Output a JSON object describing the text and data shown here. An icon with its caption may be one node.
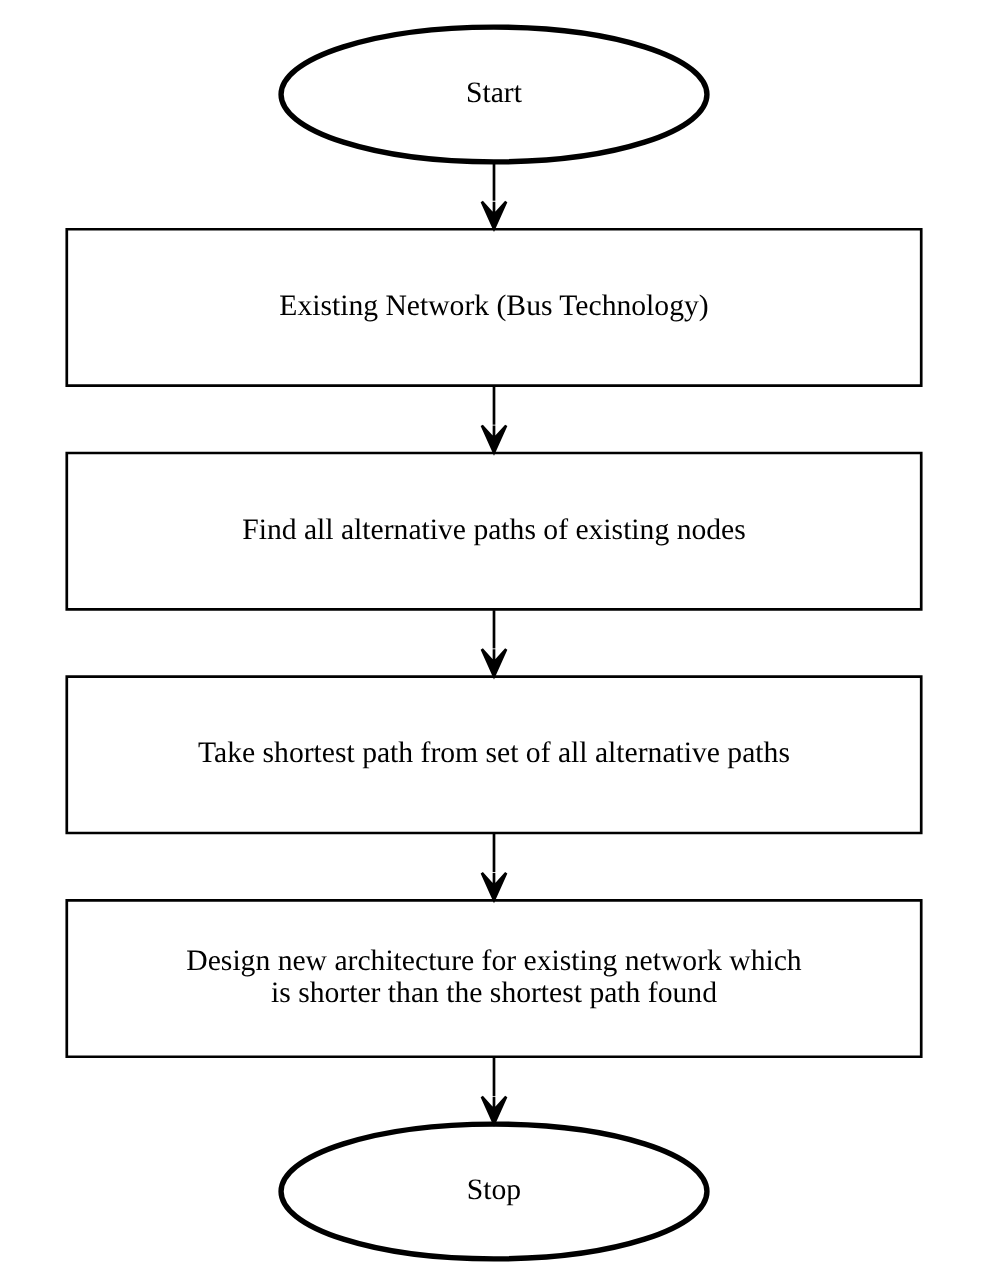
{
  "diagram": {
    "nodes": [
      {
        "text": [
          "Start"
        ]
      },
      {
        "text": [
          "Existing Network (Bus Technology)"
        ]
      },
      {
        "text": [
          "Find all alternative paths of existing nodes"
        ]
      },
      {
        "text": [
          "Take shortest path from set of all alternative paths"
        ]
      },
      {
        "text": [
          "Design new architecture for existing network which is shorter than the shortest path found"
        ]
      },
      {
        "text": [
          "Stop"
        ]
      }
    ],
    "edges": [
      {
        "from": 0,
        "to": 1,
        "arrow": "to"
      },
      {
        "from": 1,
        "to": 2,
        "arrow": "to"
      },
      {
        "from": 2,
        "to": 3,
        "arrow": "to"
      },
      {
        "from": 3,
        "to": 4,
        "arrow": "to"
      },
      {
        "from": 4,
        "to": 5,
        "arrow": "to"
      }
    ]
  }
}
